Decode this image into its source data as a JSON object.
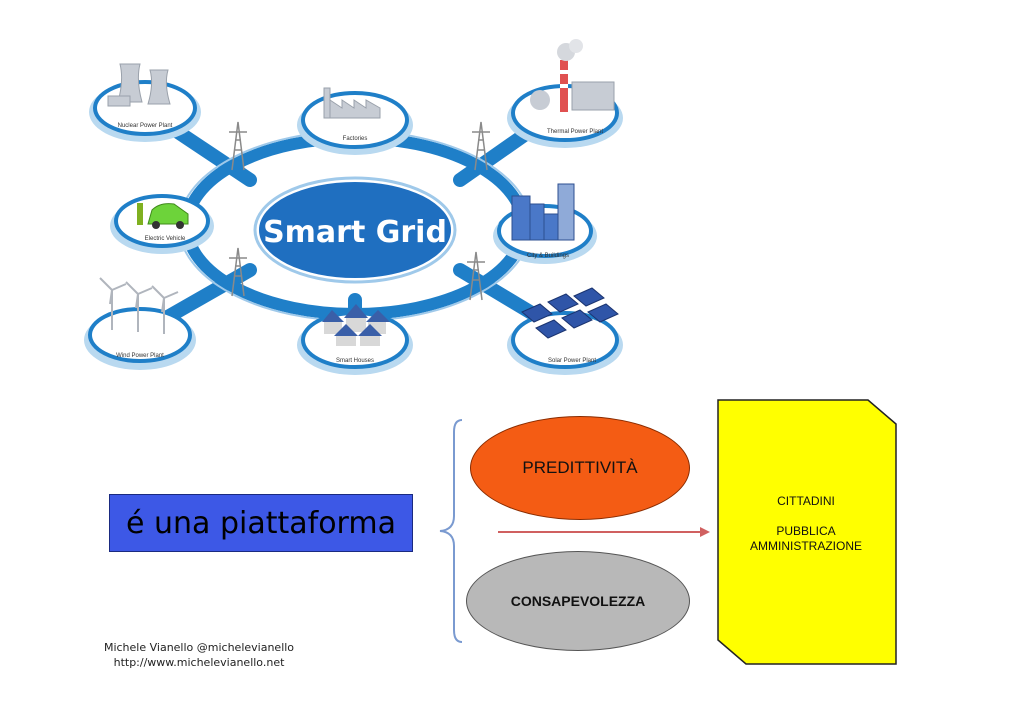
{
  "diagram": {
    "center_label": "Smart Grid",
    "nodes": {
      "nuclear": "Nuclear Power Plant",
      "factories": "Factories",
      "thermal": "Thermal Power Plant",
      "electric_vehicle": "Electric Vehicle",
      "city_buildings": "City & Buildings",
      "wind": "Wind Power Plant",
      "smart_houses": "Smart Houses",
      "solar": "Solar Power Plant"
    },
    "colors": {
      "ring": "#1f7fc8",
      "center": "#1f6fc0",
      "node_fill": "#ffffff",
      "node_shadow": "#b9d9f0"
    }
  },
  "platform": {
    "label": "é una piattaforma",
    "color": "#3d58e6"
  },
  "ellipses": {
    "predittivita": "PREDITTIVITÀ",
    "consapevolezza": "CONSAPEVOLEZZA",
    "pred_color": "#f45c14",
    "cons_color": "#b8b8b8"
  },
  "document": {
    "line1": "CITTADINI",
    "line2": "PUBBLICA",
    "line3": "AMMINISTRAZIONE",
    "color": "#ffff00"
  },
  "credits": {
    "author": "Michele Vianello @michelevianello",
    "url": "http://www.michelevianello.net"
  }
}
